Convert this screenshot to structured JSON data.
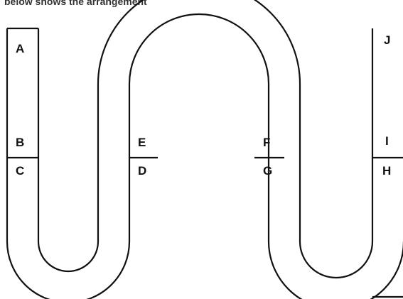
{
  "caption": "below shows the arrangement",
  "colors": {
    "stroke": "#111111",
    "background": "#ffffff"
  },
  "labels": {
    "a": "A",
    "b": "B",
    "c": "C",
    "d": "D",
    "e": "E",
    "f": "F",
    "g": "G",
    "h": "H",
    "i": "I",
    "j": "J"
  }
}
